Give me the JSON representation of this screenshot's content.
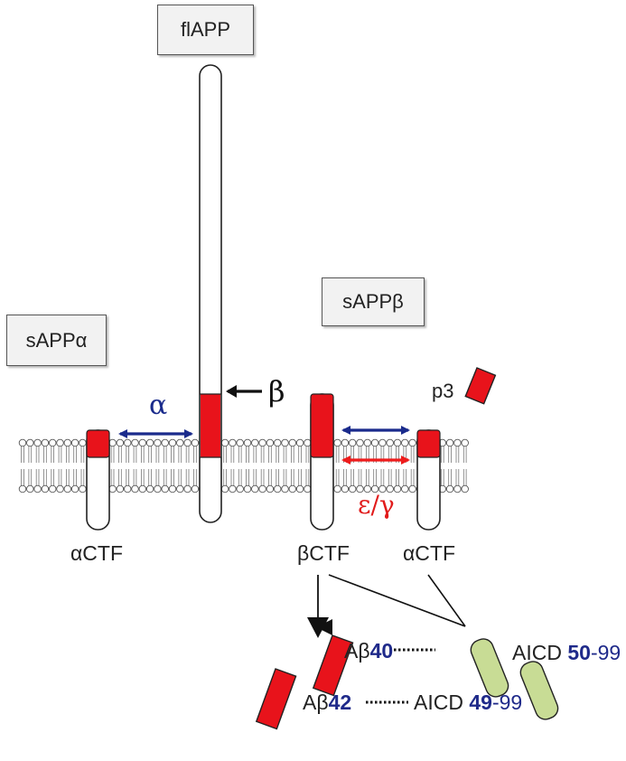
{
  "labels": {
    "flapp": "flAPP",
    "sappb": "sAPPβ",
    "sappa": "sAPPα",
    "p3": "p3",
    "alpha": "α",
    "beta": "β",
    "eps_gamma": "ε/γ",
    "actf_left": "αCTF",
    "bctf": "βCTF",
    "actf_right": "αCTF",
    "ab_prefix": "Aβ",
    "ab40": "40",
    "ab42": "42",
    "aicd_prefix": "AICD",
    "aicd50": "50",
    "aicd49": "49",
    "aicd_suffix": "-99"
  },
  "colors": {
    "fragment_red": "#e8131b",
    "alpha_arrow": "#1a2b8c",
    "gamma_arrow": "#ee1c1c",
    "aicd_green": "#c8dc95",
    "number_blue": "#1f2a8a"
  }
}
